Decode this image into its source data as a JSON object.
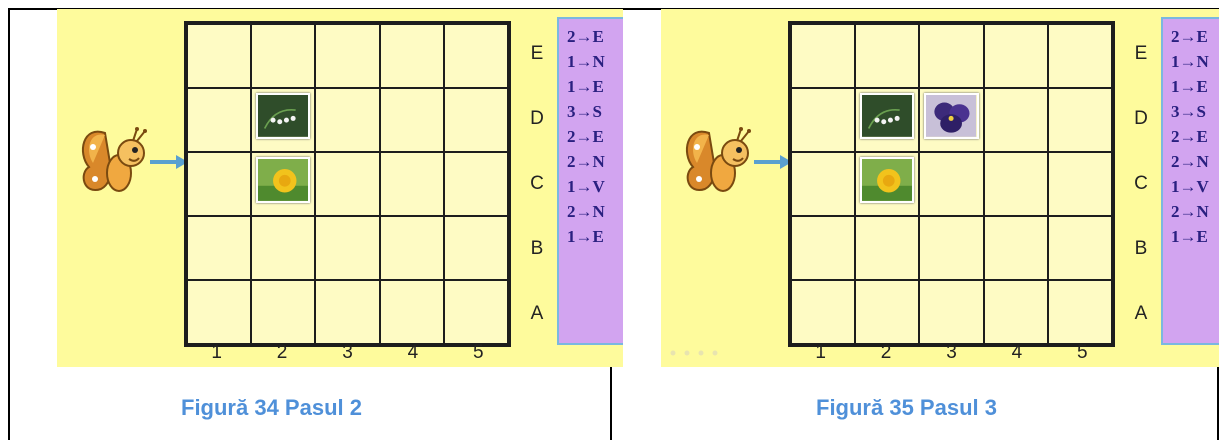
{
  "figures": [
    {
      "caption": "Figură 34 Pasul 2",
      "row_labels": [
        "E",
        "D",
        "C",
        "B",
        "A"
      ],
      "col_labels": [
        "1",
        "2",
        "3",
        "4",
        "5"
      ],
      "instructions": [
        "2→E",
        "1→N",
        "1→E",
        "3→S",
        "2→E",
        "2→N",
        "1→V",
        "2→N",
        "1→E"
      ],
      "placed_images": [
        {
          "row": "D",
          "col": "2",
          "image": "lily-of-the-valley-photo"
        },
        {
          "row": "C",
          "col": "2",
          "image": "dandelion-photo"
        }
      ]
    },
    {
      "caption": "Figură 35 Pasul 3",
      "row_labels": [
        "E",
        "D",
        "C",
        "B",
        "A"
      ],
      "col_labels": [
        "1",
        "2",
        "3",
        "4",
        "5"
      ],
      "instructions": [
        "2→E",
        "1→N",
        "1→E",
        "3→S",
        "2→E",
        "2→N",
        "1→V",
        "2→N",
        "1→E"
      ],
      "placed_images": [
        {
          "row": "D",
          "col": "2",
          "image": "lily-of-the-valley-photo"
        },
        {
          "row": "D",
          "col": "3",
          "image": "pansy-photo"
        },
        {
          "row": "C",
          "col": "2",
          "image": "dandelion-photo"
        }
      ]
    }
  ],
  "colors": {
    "background": "#fefb9c",
    "grid_cell": "#fefbc4",
    "instruction_panel": "#d2a4f0",
    "caption": "#4f90d9"
  }
}
